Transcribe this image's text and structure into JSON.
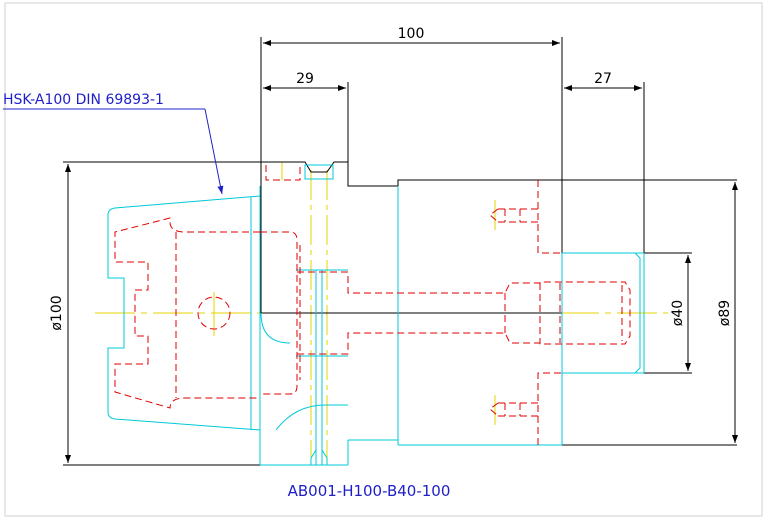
{
  "drawing": {
    "part_number": "AB001-H100-B40-100",
    "callout": "HSK-A100 DIN 69893-1",
    "dimensions": {
      "overall_length": "100",
      "flange_length": "29",
      "bore_depth": "27",
      "flange_diameter": "ø100",
      "body_diameter": "ø89",
      "bore_diameter": "ø40"
    }
  },
  "colors": {
    "dimension": "#000000",
    "outline_cyan": "#00c8d8",
    "hidden_red": "#e00000",
    "centerline": "#e6d400",
    "annotation": "#2020c8",
    "border": "#d0d0d0"
  }
}
